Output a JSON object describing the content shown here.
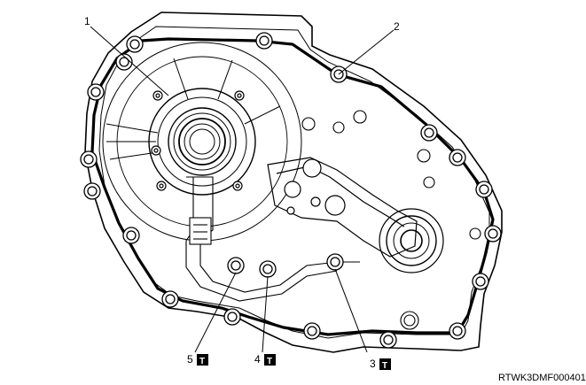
{
  "figure": {
    "code": "RTWK3DMF000401",
    "callouts": [
      {
        "number": "1"
      },
      {
        "number": "2"
      },
      {
        "number": "3",
        "torque_symbol": "T"
      },
      {
        "number": "4",
        "torque_symbol": "T"
      },
      {
        "number": "5",
        "torque_symbol": "T"
      }
    ]
  }
}
